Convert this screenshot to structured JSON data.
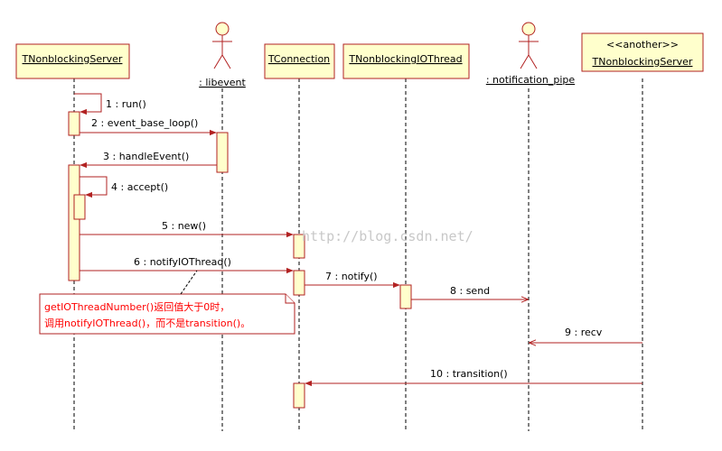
{
  "objects": {
    "server": "TNonblockingServer",
    "libevent": " : libevent",
    "connection": "TConnection",
    "io_thread": "TNonblockingIOThread",
    "pipe": " : notification_pipe",
    "another_stereotype": "<<another>>",
    "another_name": "TNonblockingServer"
  },
  "messages": [
    "1 : run()",
    "2 : event_base_loop()",
    "3 : handleEvent()",
    "4 : accept()",
    "5 : new()",
    "6 : notifyIOThread()",
    "7 : notify()",
    "8 : send",
    "9 : recv",
    "10 : transition()"
  ],
  "note": {
    "line1": "getIOThreadNumber()返回值大于0时，",
    "line2": "调用notifyIOThread()，而不是transition()。"
  },
  "watermark": "http://blog.csdn.net/",
  "colors": {
    "box_fill": "#ffffcc",
    "border": "#b22222",
    "note_text": "#ff0000"
  }
}
